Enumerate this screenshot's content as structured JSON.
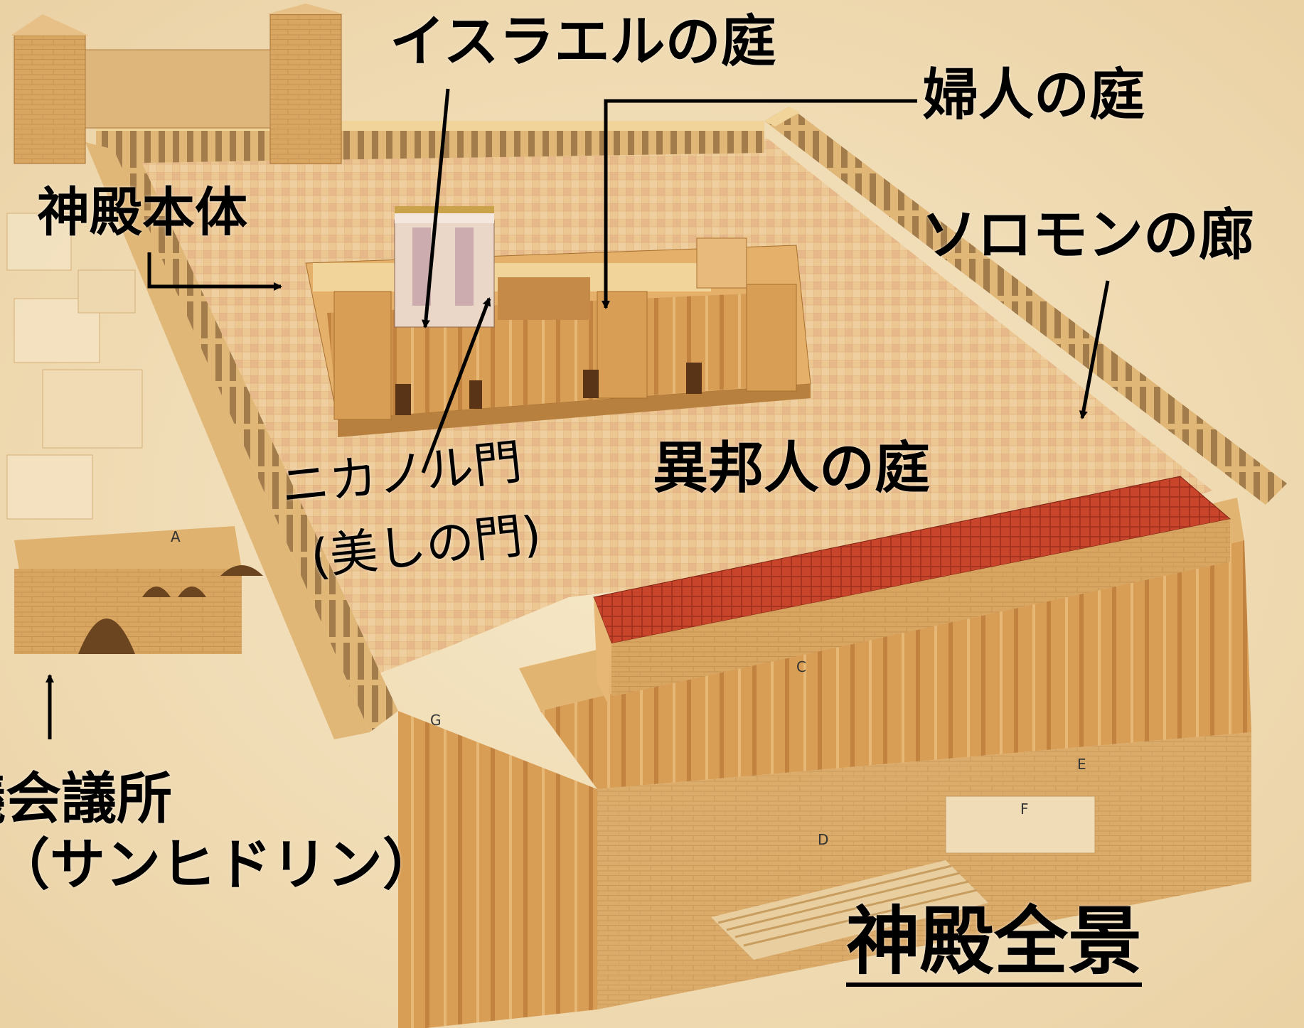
{
  "labels": {
    "court_of_israel": "イスラエルの庭",
    "court_of_women": "婦人の庭",
    "sanctuary": "神殿本体",
    "solomons_porch": "ソロモンの廊",
    "court_of_gentiles": "異邦人の庭",
    "nicanor_gate_line1": "ニカノル門",
    "nicanor_gate_line2": "(美しの門)",
    "council_hall": "議会議所",
    "sanhedrin": "（サンヒドリン）",
    "title": "神殿全景"
  },
  "building_markers": [
    "A",
    "C",
    "D",
    "E",
    "F",
    "G"
  ],
  "colors": {
    "label_text": "#000000",
    "stone_light": "#f0d49a",
    "stone_mid": "#d9a860",
    "stone_dark": "#b47a3a",
    "roof_red": "#c8452b",
    "background_glow": "#f6e8c8"
  }
}
